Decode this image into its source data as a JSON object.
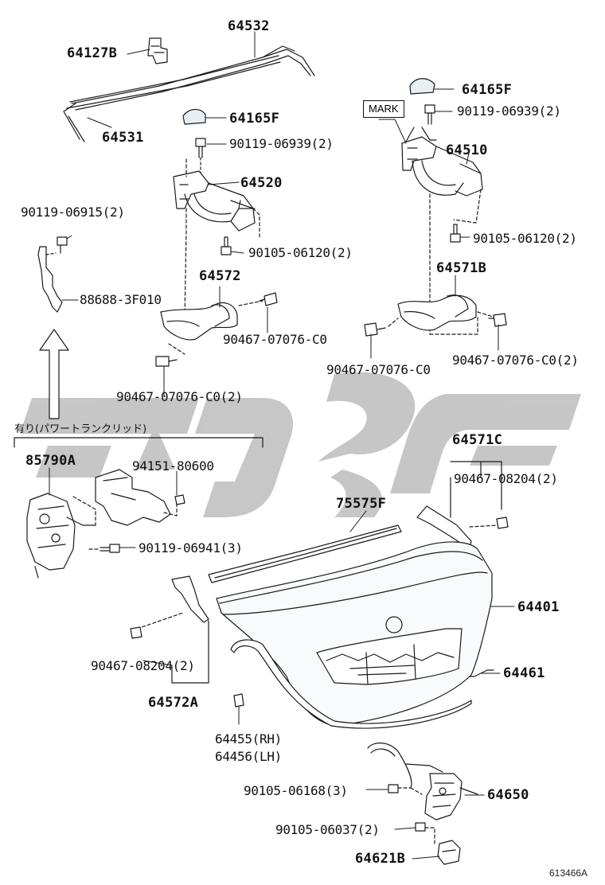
{
  "diagram": {
    "colors": {
      "line": "#1a1a1a",
      "watermark": "#bdbdbd",
      "fill_light": "#e9eef2",
      "background": "#ffffff"
    },
    "mark_label": "MARK",
    "jp_note": "有り(パワートランクリッド)",
    "drawing_id": "613466A",
    "labels": {
      "p64532": "64532",
      "p64127B": "64127B",
      "p64531": "64531",
      "p64165F_l": "64165F",
      "p90119_06939_l": "90119-06939(2)",
      "p64520": "64520",
      "p90119_06915": "90119-06915(2)",
      "p90105_06120_l": "90105-06120(2)",
      "p64572": "64572",
      "p88688": "88688-3F010",
      "p90467_07076_C0_a": "90467-07076-C0",
      "p90467_07076_C0_2l": "90467-07076-C0(2)",
      "p64165F_r": "64165F",
      "p90119_06939_r": "90119-06939(2)",
      "p64510": "64510",
      "p90105_06120_r": "90105-06120(2)",
      "p64571B": "64571B",
      "p90467_07076_C0_b": "90467-07076-C0",
      "p90467_07076_C0_2r": "90467-07076-C0(2)",
      "p85790A": "85790A",
      "p94151": "94151-80600",
      "p90119_06941": "90119-06941(3)",
      "p64571C": "64571C",
      "p90467_08204_r": "90467-08204(2)",
      "p75575F": "75575F",
      "p64401": "64401",
      "p90467_08204_l": "90467-08204(2)",
      "p64461": "64461",
      "p64572A": "64572A",
      "p64455": "64455(RH)",
      "p64456": "64456(LH)",
      "p90105_06168": "90105-06168(3)",
      "p64650": "64650",
      "p90105_06037": "90105-06037(2)",
      "p64621B": "64621B"
    }
  }
}
